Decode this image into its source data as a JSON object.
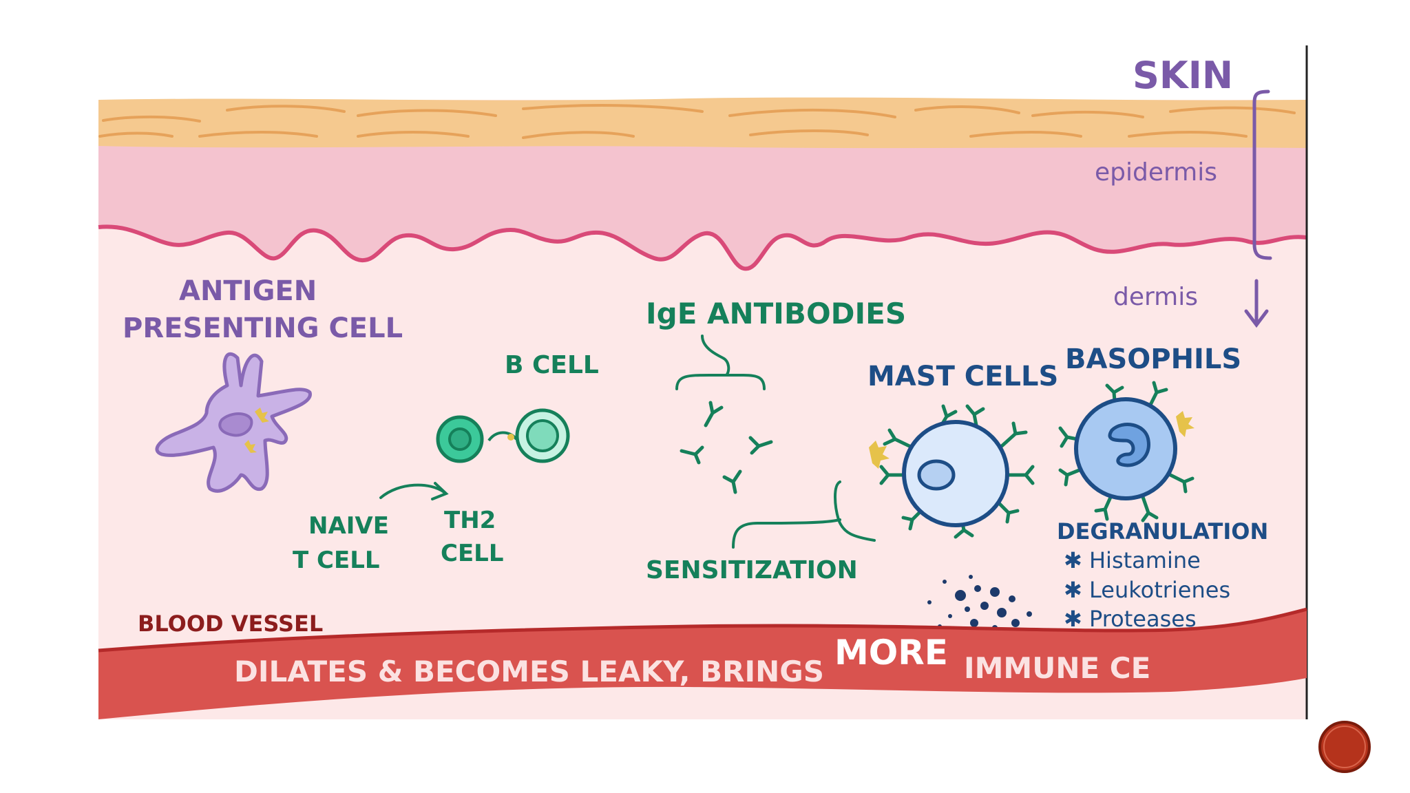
{
  "labels": {
    "skin": "SKIN",
    "epidermis": "epidermis",
    "dermis": "dermis",
    "apc_line1": "ANTIGEN",
    "apc_line2": "PRESENTING CELL",
    "b_cell": "B CELL",
    "naive_line1": "NAIVE",
    "naive_line2": "T CELL",
    "th2_line1": "TH2",
    "th2_line2": "CELL",
    "ige": "IgE ANTIBODIES",
    "sensitization": "SENSITIZATION",
    "mast_cells": "MAST CELLS",
    "basophils": "BASOPHILS",
    "degranulation": "DEGRANULATION",
    "histamine": "✱ Histamine",
    "leukotrienes": "✱ Leukotrienes",
    "proteases": "✱ Proteases",
    "blood_vessel": "BLOOD VESSEL",
    "vessel_text_a": "DILATES & BECOMES LEAKY, BRINGS",
    "vessel_text_more": "MORE",
    "vessel_text_b": "IMMUNE CE"
  },
  "colors": {
    "stratum": "#f5c98f",
    "epidermis": "#f4c3cf",
    "dermis": "#fde8e8",
    "vessel": "#d9534f",
    "label_purple": "#7a5aa8",
    "label_green": "#15805a",
    "label_blue": "#1d4d86",
    "slide_button": "#b5331c"
  },
  "icons": {
    "slide_nav": "red-circle-button-icon"
  }
}
